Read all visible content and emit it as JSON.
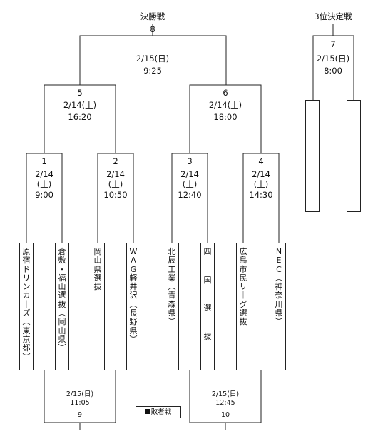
{
  "titles": {
    "final": "決勝戦",
    "third_place": "3位決定戦"
  },
  "matches": {
    "m8": {
      "number": "8",
      "date": "2/15(日)",
      "time": "9:25"
    },
    "m7": {
      "number": "7",
      "date": "2/15(日)",
      "time": "8:00"
    },
    "m5": {
      "number": "5",
      "date": "2/14(土)",
      "time": "16:20"
    },
    "m6": {
      "number": "6",
      "date": "2/14(土)",
      "time": "18:00"
    },
    "m1": {
      "number": "1",
      "date": "2/14",
      "day": "(土)",
      "time": "9:00"
    },
    "m2": {
      "number": "2",
      "date": "2/14",
      "day": "(土)",
      "time": "10:50"
    },
    "m3": {
      "number": "3",
      "date": "2/14",
      "day": "(土)",
      "time": "12:40"
    },
    "m4": {
      "number": "4",
      "date": "2/14",
      "day": "(土)",
      "time": "14:30"
    },
    "m9": {
      "number": "9",
      "date": "2/15(日)",
      "time": "11:05"
    },
    "m10": {
      "number": "10",
      "date": "2/15(日)",
      "time": "12:45"
    }
  },
  "teams": [
    "原宿ドリンカーズ（東京都）",
    "倉敷・福山選抜（岡山県）",
    "岡山県選抜",
    "WAG軽井沢（長野県）",
    "北辰工業（青森県）",
    "四国選抜",
    "広島市民リーグ選抜",
    "NEC（神奈川県）"
  ],
  "legend": {
    "label": "敗者戦"
  }
}
